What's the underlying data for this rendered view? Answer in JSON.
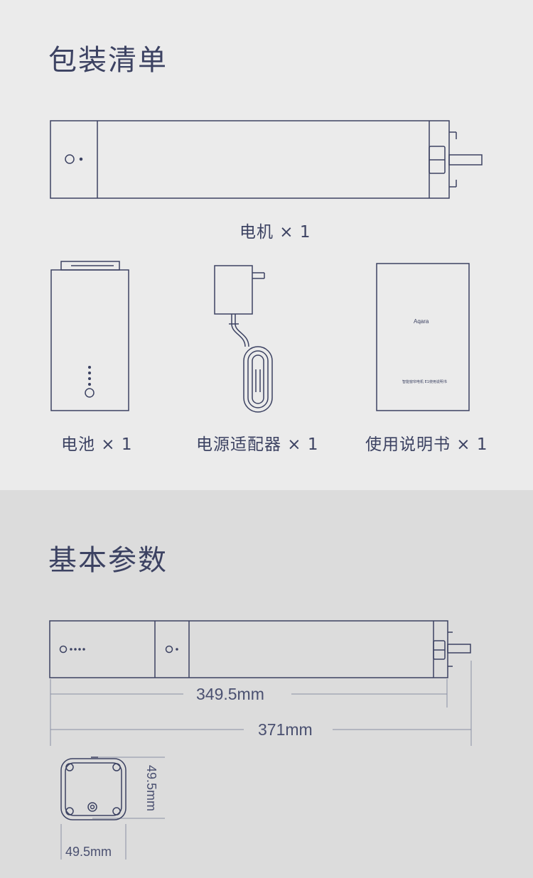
{
  "package": {
    "title": "包装清单",
    "motor_caption": "电机 × 1",
    "battery_caption": "电池 × 1",
    "adapter_caption": "电源适配器 × 1",
    "manual_caption": "使用说明书 × 1",
    "manual_brand": "Aqara",
    "manual_title": "智能窗帘电机 E1使用说明书"
  },
  "specs": {
    "title": "基本参数",
    "length_body": "349.5mm",
    "length_total": "371mm",
    "height": "49.5mm",
    "width": "49.5mm"
  },
  "colors": {
    "line": "#3c4262",
    "section1_bg": "#ebebeb",
    "section2_bg": "#dcdcdc"
  }
}
